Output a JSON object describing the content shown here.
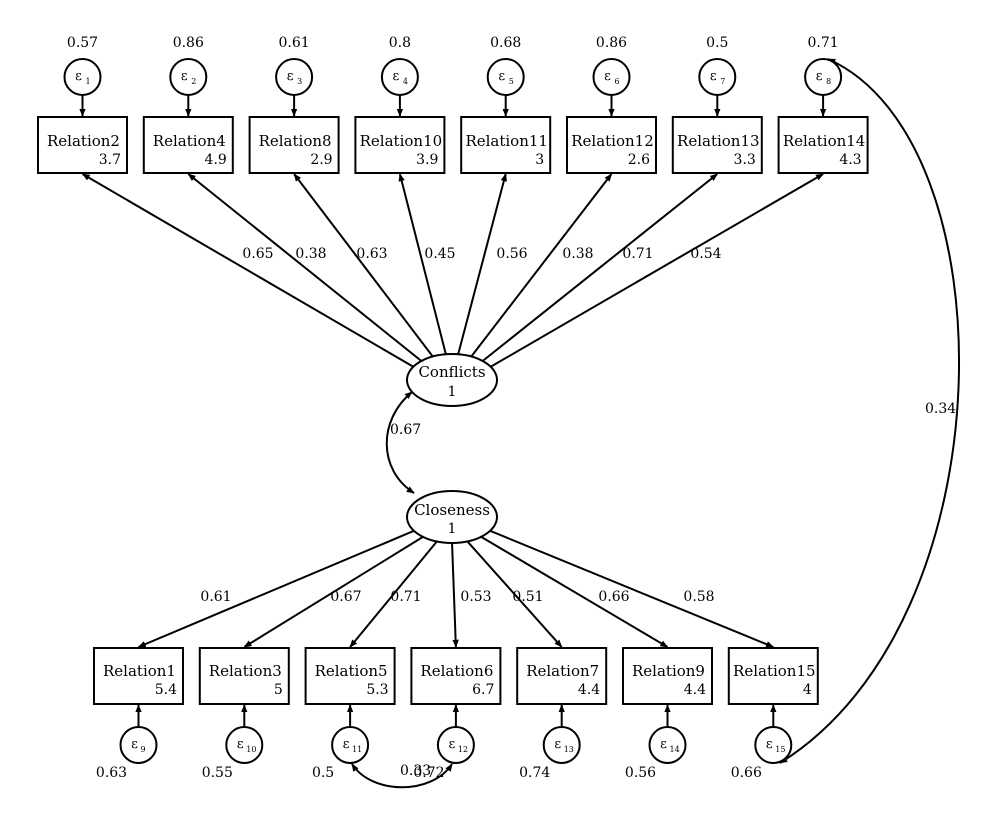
{
  "diagram": {
    "type": "structural-equation-model",
    "colors": {
      "stroke": "#000000",
      "background": "#ffffff"
    },
    "latents": [
      {
        "id": "conflicts",
        "name": "Conflicts",
        "variance": "1"
      },
      {
        "id": "closeness",
        "name": "Closeness",
        "variance": "1"
      }
    ],
    "latent_covariance": {
      "from": "conflicts",
      "to": "closeness",
      "value": "0.67"
    },
    "top_indicators": [
      {
        "name": "Relation2",
        "intercept": "3.7",
        "loading": "0.65",
        "error": "ε",
        "error_index": "1",
        "error_variance": "0.57"
      },
      {
        "name": "Relation4",
        "intercept": "4.9",
        "loading": "0.38",
        "error": "ε",
        "error_index": "2",
        "error_variance": "0.86"
      },
      {
        "name": "Relation8",
        "intercept": "2.9",
        "loading": "0.63",
        "error": "ε",
        "error_index": "3",
        "error_variance": "0.61"
      },
      {
        "name": "Relation10",
        "intercept": "3.9",
        "loading": "0.45",
        "error": "ε",
        "error_index": "4",
        "error_variance": "0.8"
      },
      {
        "name": "Relation11",
        "intercept": "3",
        "loading": "0.56",
        "error": "ε",
        "error_index": "5",
        "error_variance": "0.68"
      },
      {
        "name": "Relation12",
        "intercept": "2.6",
        "loading": "0.38",
        "error": "ε",
        "error_index": "6",
        "error_variance": "0.86"
      },
      {
        "name": "Relation13",
        "intercept": "3.3",
        "loading": "0.71",
        "error": "ε",
        "error_index": "7",
        "error_variance": "0.5"
      },
      {
        "name": "Relation14",
        "intercept": "4.3",
        "loading": "0.54",
        "error": "ε",
        "error_index": "8",
        "error_variance": "0.71"
      }
    ],
    "bottom_indicators": [
      {
        "name": "Relation1",
        "intercept": "5.4",
        "loading": "0.61",
        "error": "ε",
        "error_index": "9",
        "error_variance": "0.63"
      },
      {
        "name": "Relation3",
        "intercept": "5",
        "loading": "0.67",
        "error": "ε",
        "error_index": "10",
        "error_variance": "0.55"
      },
      {
        "name": "Relation5",
        "intercept": "5.3",
        "loading": "0.71",
        "error": "ε",
        "error_index": "11",
        "error_variance": "0.5"
      },
      {
        "name": "Relation6",
        "intercept": "6.7",
        "loading": "0.53",
        "error": "ε",
        "error_index": "12",
        "error_variance": "0.72"
      },
      {
        "name": "Relation7",
        "intercept": "4.4",
        "loading": "0.51",
        "error": "ε",
        "error_index": "13",
        "error_variance": "0.74"
      },
      {
        "name": "Relation9",
        "intercept": "4.4",
        "loading": "0.66",
        "error": "ε",
        "error_index": "14",
        "error_variance": "0.56"
      },
      {
        "name": "Relation15",
        "intercept": "4",
        "loading": "0.58",
        "error": "ε",
        "error_index": "15",
        "error_variance": "0.66"
      }
    ],
    "error_covariances": [
      {
        "between": [
          "ε11",
          "ε12"
        ],
        "value": "0.33"
      },
      {
        "between": [
          "ε8",
          "ε15"
        ],
        "value": "0.34"
      }
    ]
  }
}
